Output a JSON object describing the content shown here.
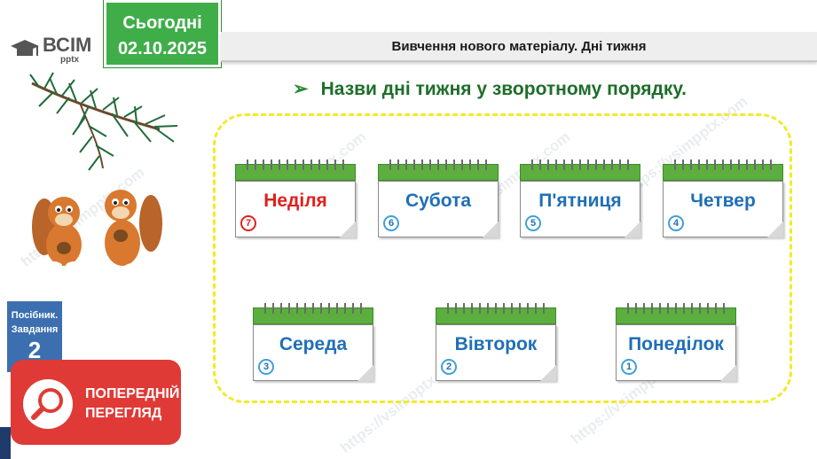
{
  "header": {
    "today_label": "Сьогодні",
    "date": "02.10.2025",
    "title": "Вивчення нового матеріалу. Дні тижня"
  },
  "logo": {
    "brand": "ВСІМ",
    "sub": "pptx"
  },
  "instruction": {
    "arrow": "➢",
    "text": "Назви дні тижня у зворотному порядку."
  },
  "cards": [
    {
      "day": "Неділя",
      "number": "7"
    },
    {
      "day": "Субота",
      "number": "6"
    },
    {
      "day": "П'ятниця",
      "number": "5"
    },
    {
      "day": "Четвер",
      "number": "4"
    },
    {
      "day": "Середа",
      "number": "3"
    },
    {
      "day": "Вівторок",
      "number": "2"
    },
    {
      "day": "Понеділок",
      "number": "1"
    }
  ],
  "guide": {
    "line1": "Посібник.",
    "line2": "Завдання",
    "number": "2"
  },
  "preview": {
    "line1": "ПОПЕРЕДНІЙ",
    "line2": "ПЕРЕГЛЯД"
  },
  "watermark": "https://vsimpptx.com",
  "colors": {
    "green": "#3fae49",
    "day_blue": "#1f6fb5",
    "day_red": "#e0201b",
    "frame_yellow": "#f2ea2a",
    "preview_red": "#e03a36"
  }
}
